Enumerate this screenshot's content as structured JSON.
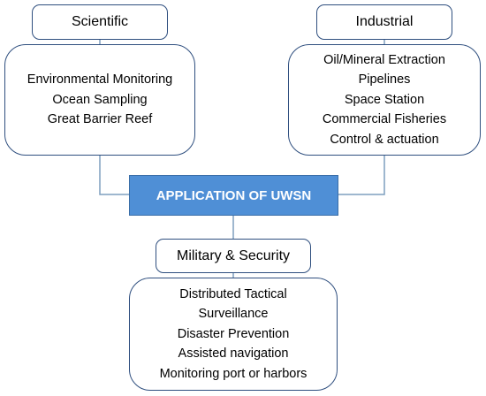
{
  "center": {
    "label": "APPLICATION OF UWSN"
  },
  "scientific": {
    "title": "Scientific",
    "items": [
      "Environmental Monitoring",
      "Ocean Sampling",
      "Great Barrier Reef"
    ]
  },
  "industrial": {
    "title": "Industrial",
    "items": [
      "Oil/Mineral Extraction",
      "Pipelines",
      "Space Station",
      "Commercial Fisheries",
      "Control & actuation"
    ]
  },
  "military": {
    "title": "Military & Security",
    "items": [
      "Distributed Tactical",
      "Surveillance",
      "Disaster Prevention",
      "Assisted navigation",
      "Monitoring port or harbors"
    ]
  },
  "colors": {
    "center_fill": "#4f8fd6",
    "border": "#2f4f7f",
    "connector": "#7f9fbf"
  }
}
